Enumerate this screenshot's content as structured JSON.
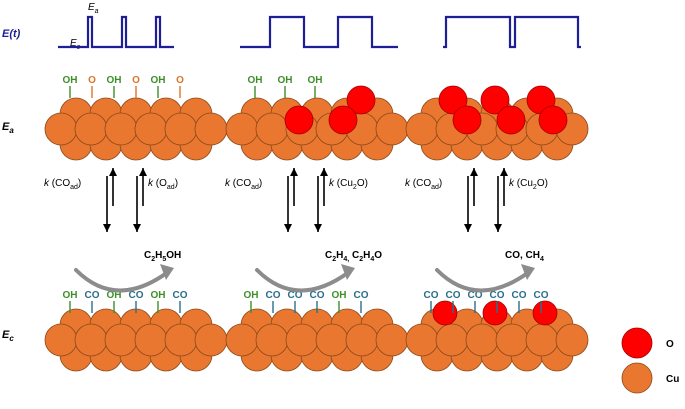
{
  "labels": {
    "et": "E(t)",
    "ea_pulse": "E",
    "ea_pulse_sub": "a",
    "ec_pulse": "E",
    "ec_pulse_sub": "c",
    "row_ea": "E",
    "row_ea_sub": "a",
    "row_ec": "E",
    "row_ec_sub": "c"
  },
  "panels": [
    {
      "pulse_duty": "short",
      "ea_adsorbates": [
        "OH",
        "O",
        "OH",
        "O",
        "OH",
        "O"
      ],
      "ea_oxide_spheres": [],
      "k_left": {
        "k": "k",
        "open": " (CO",
        "sub": "ad",
        "close": ")"
      },
      "k_right": {
        "k": "k",
        "open": " (O",
        "sub": "ad",
        "close": ")"
      },
      "product": [
        {
          "t": "C",
          "sub": false
        },
        {
          "t": "2",
          "sub": true
        },
        {
          "t": "H",
          "sub": false
        },
        {
          "t": "5",
          "sub": true
        },
        {
          "t": "OH",
          "sub": false
        }
      ],
      "ec_adsorbates": [
        "OH",
        "CO",
        "OH",
        "CO",
        "OH",
        "CO"
      ],
      "ec_oxide_spheres": []
    },
    {
      "pulse_duty": "medium",
      "ea_adsorbates": [
        "OH",
        "OH",
        "OH"
      ],
      "ea_oxide_spheres": [
        "top-right",
        "mid-center-left",
        "mid-center-right"
      ],
      "k_left": {
        "k": "k",
        "open": " (CO",
        "sub": "ad",
        "close": ")"
      },
      "k_right": {
        "k": "k",
        "open": " (Cu",
        "sub": "2",
        "close": "O)"
      },
      "product": [
        {
          "t": "C",
          "sub": false
        },
        {
          "t": "2",
          "sub": true
        },
        {
          "t": "H",
          "sub": false
        },
        {
          "t": "4,",
          "sub": true
        },
        {
          "t": " C",
          "sub": false
        },
        {
          "t": "2",
          "sub": true
        },
        {
          "t": "H",
          "sub": false
        },
        {
          "t": "4",
          "sub": true
        },
        {
          "t": "O",
          "sub": false
        }
      ],
      "ec_adsorbates": [
        "OH",
        "CO",
        "CO",
        "CO",
        "OH",
        "CO"
      ],
      "ec_oxide_spheres": []
    },
    {
      "pulse_duty": "long",
      "ea_adsorbates": [],
      "ea_oxide_spheres": [
        "top-left",
        "top-center",
        "top-right",
        "mid-left",
        "mid-center",
        "mid-right"
      ],
      "k_left": {
        "k": "k",
        "open": " (CO",
        "sub": "ad",
        "close": ")"
      },
      "k_right": {
        "k": "k",
        "open": " (Cu",
        "sub": "2",
        "close": "O)"
      },
      "product": [
        {
          "t": "CO, CH",
          "sub": false
        },
        {
          "t": "4",
          "sub": true
        }
      ],
      "ec_adsorbates": [
        "CO",
        "CO",
        "CO",
        "CO",
        "CO",
        "CO"
      ],
      "ec_oxide_spheres": [
        "left",
        "center",
        "right"
      ]
    }
  ],
  "legend": [
    {
      "label": "O",
      "color": "#ff0000"
    },
    {
      "label": "Cu",
      "color": "#e9772f"
    }
  ],
  "colors": {
    "pulse": "#1e1e96",
    "cu": "#e9772f",
    "cu_stroke": "#8a4a1c",
    "oxygen": "#ff0000",
    "oh_green": "#3d8f2a",
    "o_orange": "#e0712a",
    "co_teal": "#2a6f8c",
    "arrow": "#000000",
    "curve_arrow": "#8c8c8c"
  }
}
